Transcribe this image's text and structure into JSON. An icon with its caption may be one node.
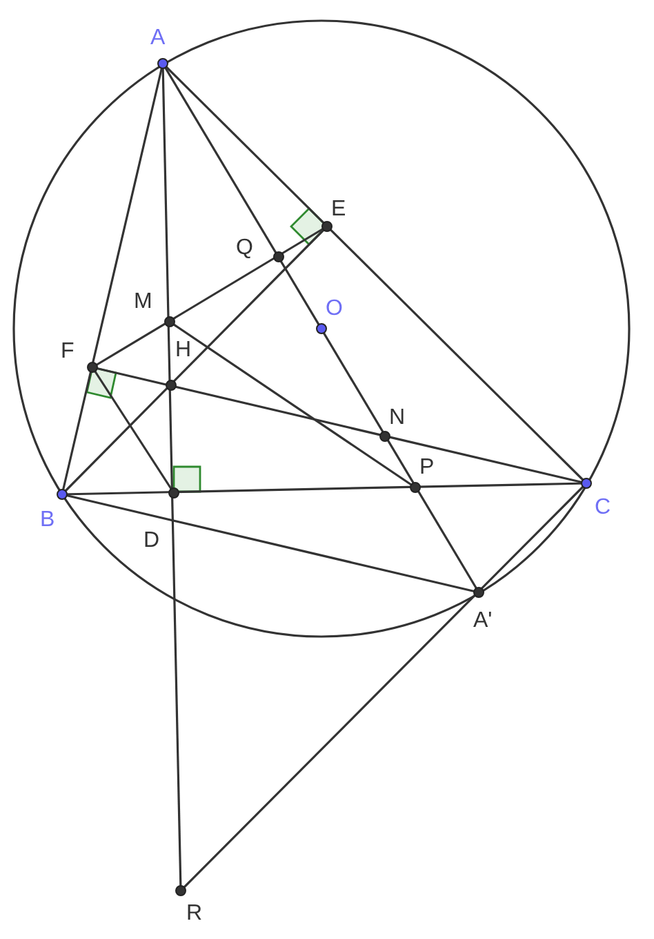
{
  "diagram": {
    "nodes": [
      {
        "text": [
          "A"
        ]
      },
      {
        "text": [
          "E"
        ]
      },
      {
        "text": [
          "Q"
        ]
      },
      {
        "text": [
          "M"
        ]
      },
      {
        "text": [
          "O"
        ]
      },
      {
        "text": [
          "F"
        ]
      },
      {
        "text": [
          "H"
        ]
      },
      {
        "text": [
          "N"
        ]
      },
      {
        "text": [
          "B"
        ]
      },
      {
        "text": [
          "P"
        ]
      },
      {
        "text": [
          "C"
        ]
      },
      {
        "text": [
          "D"
        ]
      },
      {
        "text": [
          "A'"
        ]
      },
      {
        "text": [
          "R"
        ]
      }
    ],
    "edges": [
      {
        "from": 0,
        "to": 8,
        "arrow": "none"
      },
      {
        "from": 0,
        "to": 13,
        "arrow": "none"
      },
      {
        "from": 0,
        "to": 10,
        "arrow": "none"
      },
      {
        "from": 0,
        "to": 12,
        "arrow": "none"
      },
      {
        "from": 8,
        "to": 10,
        "arrow": "none"
      },
      {
        "from": 8,
        "to": 1,
        "arrow": "none"
      },
      {
        "from": 5,
        "to": 10,
        "arrow": "none"
      },
      {
        "from": 5,
        "to": 1,
        "arrow": "none"
      },
      {
        "from": 5,
        "to": 11,
        "arrow": "none"
      },
      {
        "from": 3,
        "to": 9,
        "arrow": "none"
      },
      {
        "from": 8,
        "to": 12,
        "arrow": "none"
      },
      {
        "from": 10,
        "to": 13,
        "arrow": "none"
      }
    ]
  }
}
